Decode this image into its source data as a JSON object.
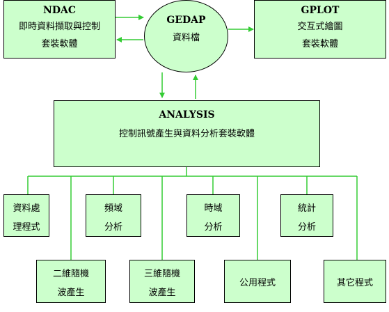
{
  "colors": {
    "box_fill": "#ccffcc",
    "box_border": "#000000",
    "arrow": "#33cc33",
    "connector": "#33cc33"
  },
  "nodes": {
    "ndac": {
      "title": "NDAC",
      "line1": "即時資料擷取與控制",
      "line2": "套裝軟體"
    },
    "gedap": {
      "title": "GEDAP",
      "line1": "資料檔"
    },
    "gplot": {
      "title": "GPLOT",
      "line1": "交互式繪圖",
      "line2": "套裝軟體"
    },
    "analysis": {
      "title": "ANALYSIS",
      "line1": "控制訊號產生與資料分析套裝軟體"
    },
    "data_processing": {
      "line1": "資料處",
      "line2": "理程式"
    },
    "frequency_analysis": {
      "line1": "頻域",
      "line2": "分析"
    },
    "time_analysis": {
      "line1": "時域",
      "line2": "分析"
    },
    "statistics_analysis": {
      "line1": "統計",
      "line2": "分析"
    },
    "random_2d_wave": {
      "line1": "二維隨機",
      "line2": "波產生"
    },
    "random_3d_wave": {
      "line1": "三維隨機",
      "line2": "波產生"
    },
    "utility_programs": {
      "line1": "公用程式"
    },
    "other_programs": {
      "line1": "其它程式"
    }
  }
}
